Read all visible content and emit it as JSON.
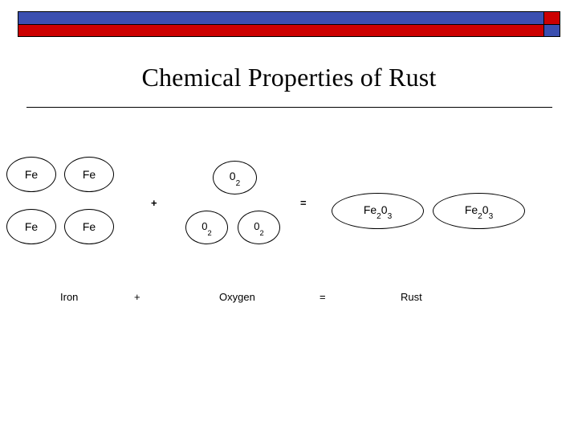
{
  "slide": {
    "title": "Chemical Properties of Rust",
    "decor": {
      "bar_blue_color": "#3b4fb0",
      "bar_red_color": "#cc0000",
      "outline_color": "#000000"
    },
    "equation": {
      "reactant_iron": {
        "label": "Iron",
        "atoms": [
          "Fe",
          "Fe",
          "Fe",
          "Fe"
        ]
      },
      "operator_plus": "+",
      "reactant_oxygen": {
        "label": "Oxygen",
        "molecules": [
          {
            "symbol": "0",
            "subscript": "2"
          },
          {
            "symbol": "0",
            "subscript": "2"
          },
          {
            "symbol": "0",
            "subscript": "2"
          }
        ]
      },
      "operator_equals": "=",
      "product_rust": {
        "label": "Rust",
        "molecules": [
          {
            "prefix": "Fe",
            "sub1": "2",
            "mid": "0",
            "sub2": "3"
          },
          {
            "prefix": "Fe",
            "sub1": "2",
            "mid": "0",
            "sub2": "3"
          }
        ]
      }
    }
  }
}
